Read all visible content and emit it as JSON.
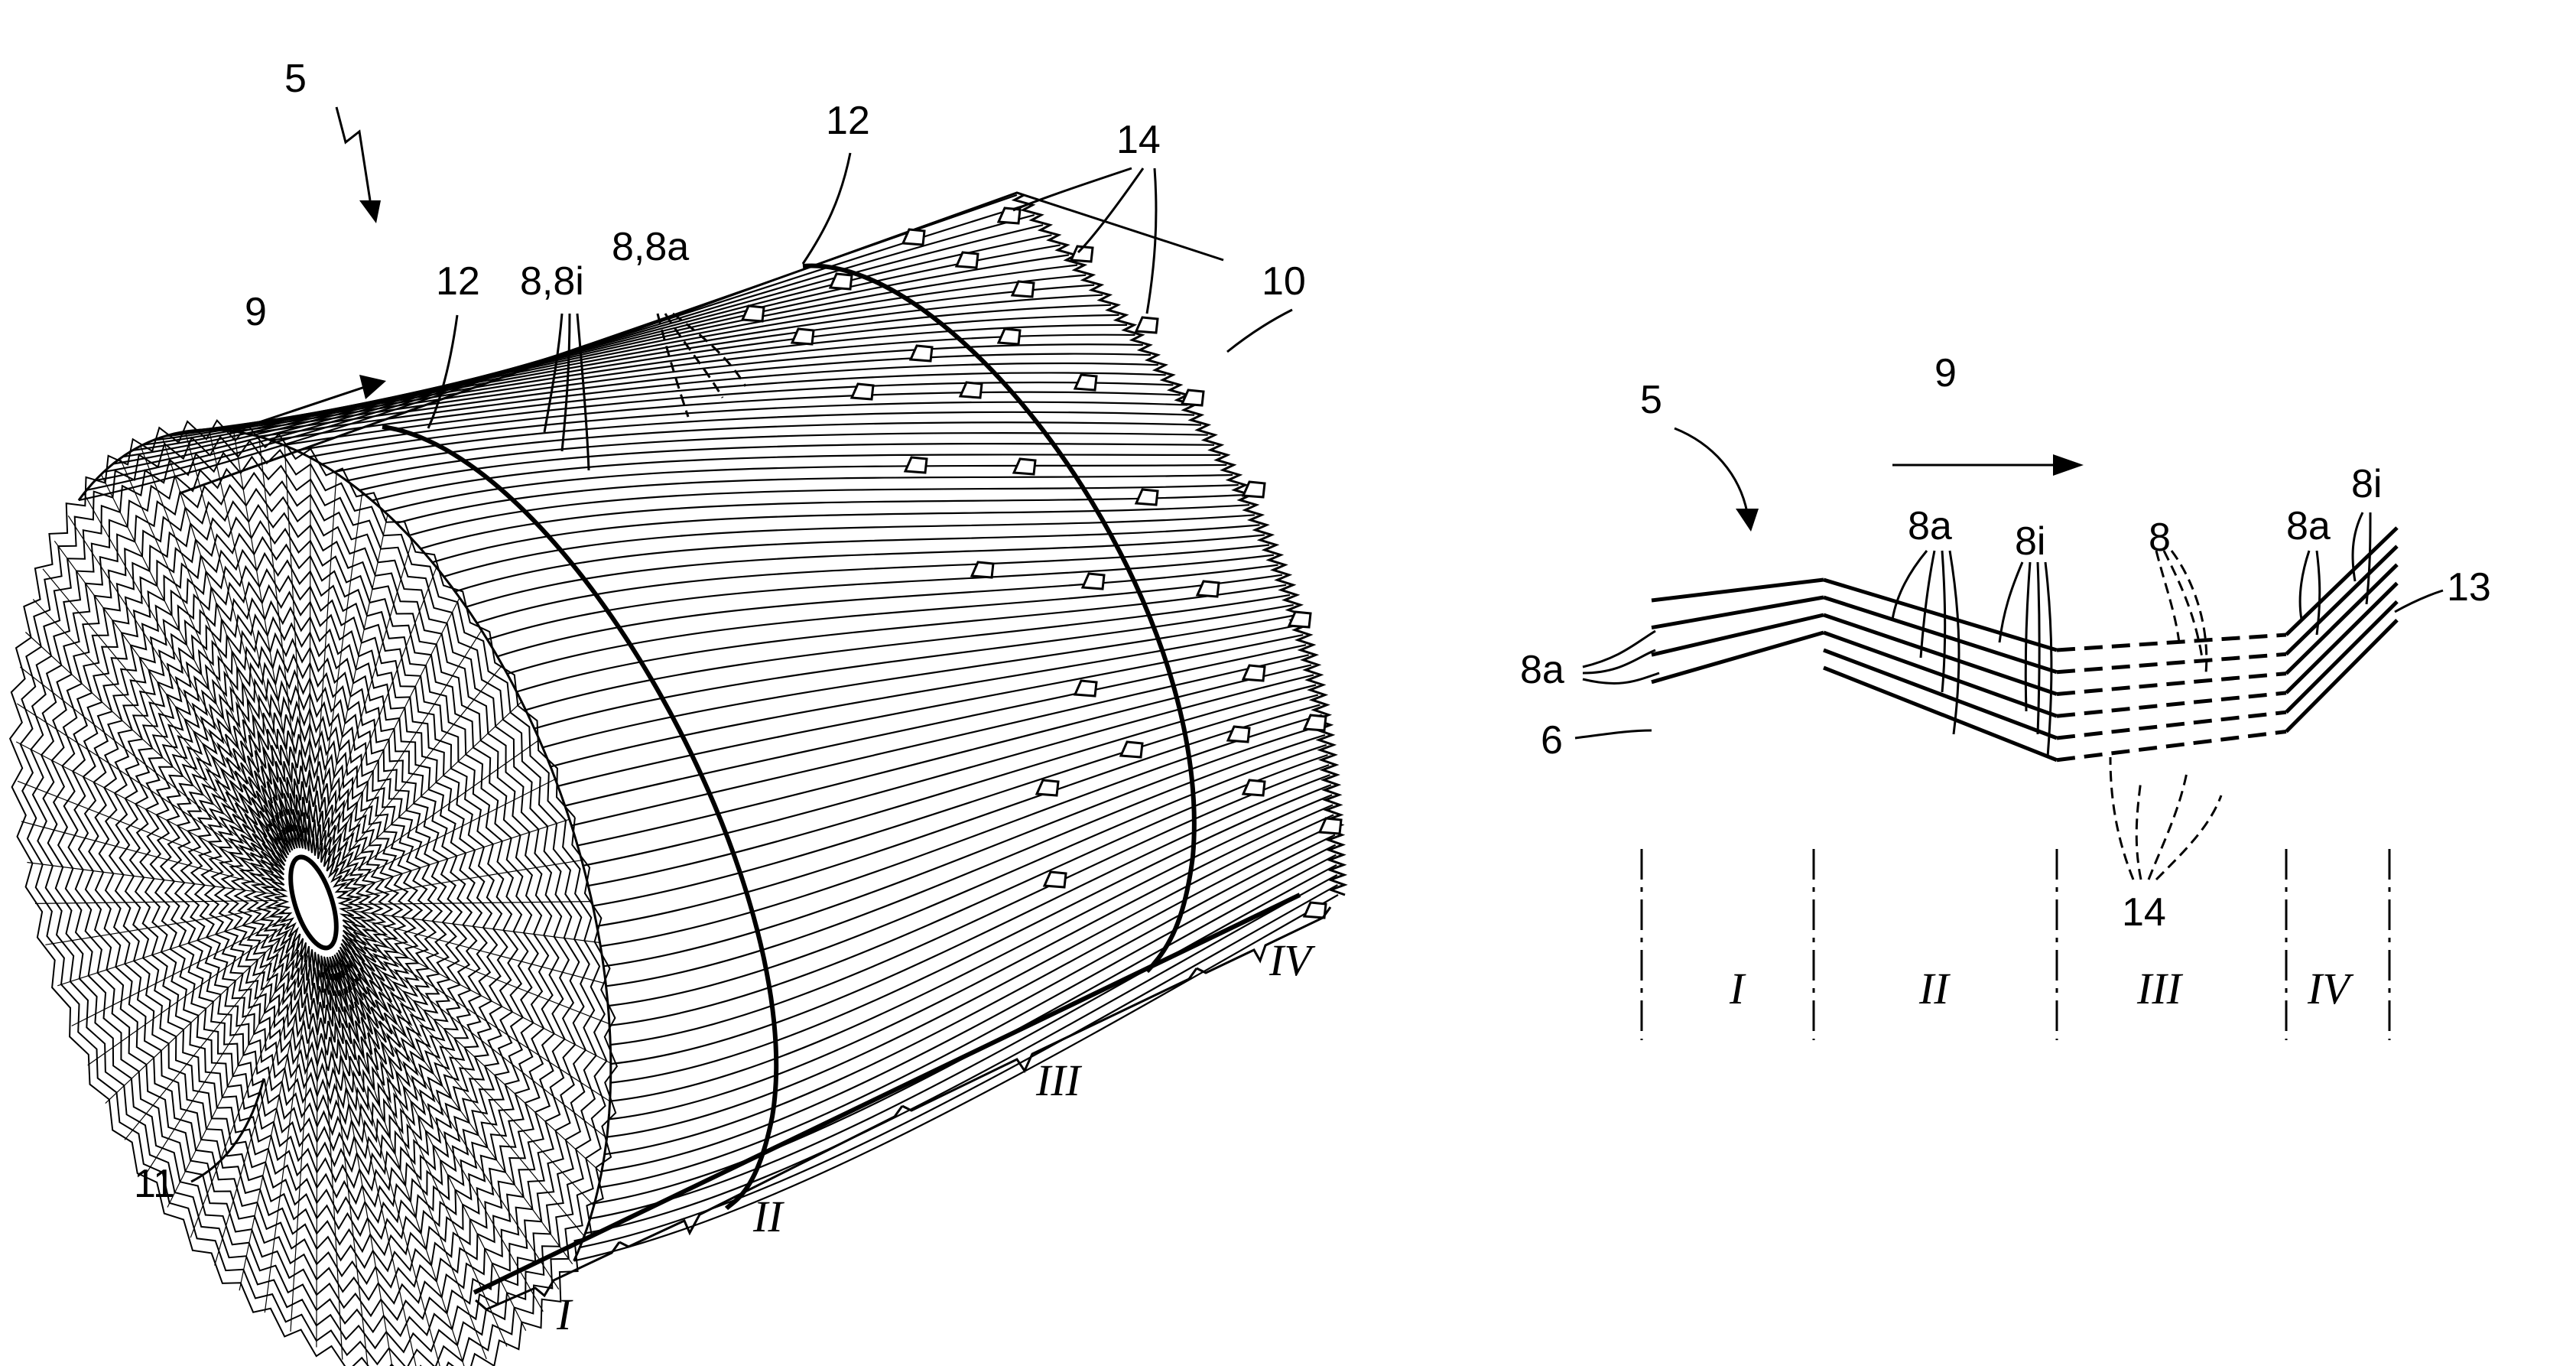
{
  "figure_left": {
    "labels": {
      "ref_5": "5",
      "ref_9": "9",
      "ref_12_front": "12",
      "ref_12_rear": "12",
      "ref_8_8i": "8,8i",
      "ref_8_8a": "8,8a",
      "ref_14": "14",
      "ref_10": "10",
      "ref_11": "11"
    },
    "zones": [
      "I",
      "II",
      "III",
      "IV"
    ]
  },
  "figure_right": {
    "labels": {
      "ref_5": "5",
      "ref_9": "9",
      "ref_8a_left": "8a",
      "ref_6": "6",
      "ref_8a_mid": "8a",
      "ref_8i_mid": "8i",
      "ref_8_dashed": "8",
      "ref_8a_right": "8a",
      "ref_8i_right": "8i",
      "ref_13": "13",
      "ref_14": "14"
    },
    "zones": [
      "I",
      "II",
      "III",
      "IV"
    ]
  },
  "colors": {
    "ink": "#000000",
    "paper": "#ffffff"
  }
}
